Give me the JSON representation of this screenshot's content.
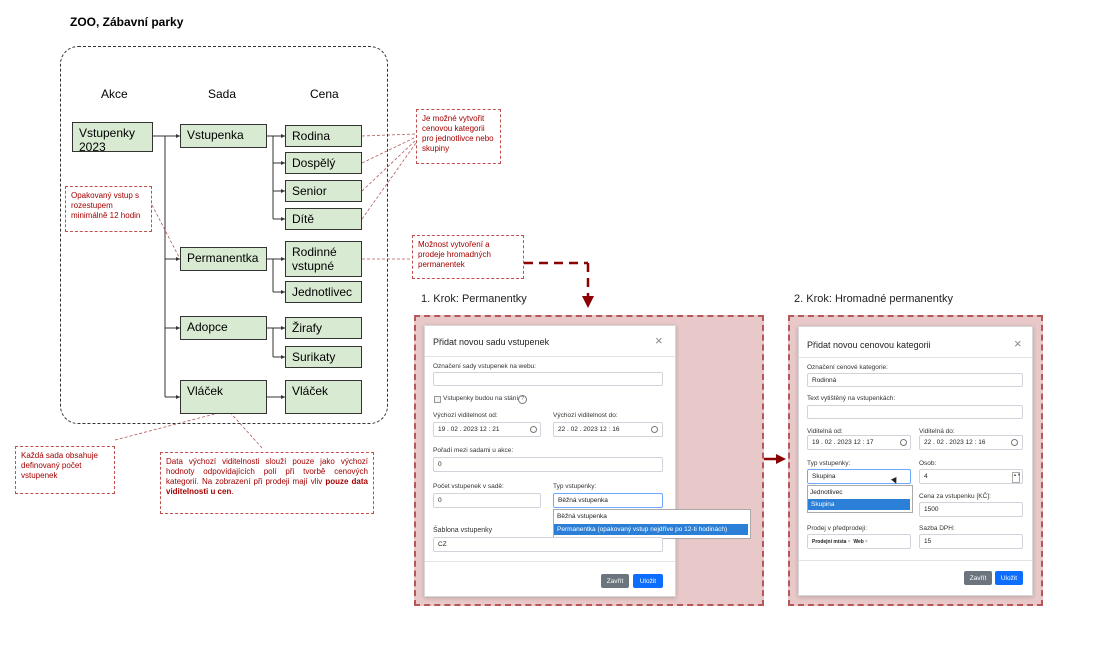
{
  "page": {
    "title": "ZOO, Zábavní parky"
  },
  "columns": {
    "akce": "Akce",
    "sada": "Sada",
    "cena": "Cena"
  },
  "nodes": {
    "vstupenky2023": "Vstupenky 2023",
    "vstupenka": "Vstupenka",
    "permanentka": "Permanentka",
    "adopce": "Adopce",
    "vlacek_sada": "Vláček",
    "rodina": "Rodina",
    "dospely": "Dospělý",
    "senior": "Senior",
    "dite": "Dítě",
    "rodinne_vstupne": "Rodinné vstupné",
    "jednotlivec": "Jednotlivec",
    "zirafy": "Žirafy",
    "surikaty": "Surikaty",
    "vlacek_cena": "Vláček"
  },
  "notes": {
    "opakovany": "Opakovaný vstup s rozestupem minimálně 12 hodin",
    "cenova": "Je možné vytvořit cenovou kategorii pro jednotlivce nebo skupiny",
    "hromadne": "Možnost vytvoření a prodeje hromadných permanentek",
    "kazda_sada": "Každá sada obsahuje definovaný počet vstupenek",
    "data_visibility_1": "Data výchozí viditelnosti slouží pouze jako výchozí hodnoty odpovídajících polí při tvorbě cenových kategorií. Na zobrazení při prodeji mají vliv ",
    "data_visibility_bold": "pouze data viditelnosti u cen",
    "data_visibility_end": "."
  },
  "step1": {
    "title": "1. Krok: Permanentky",
    "modal_title": "Přidat novou sadu vstupenek",
    "close": "×",
    "web_label": "Označení sady vstupenek na webu:",
    "web_value": "",
    "standing_label": "Vstupenky budou na stání",
    "help_icon": "?",
    "vis_from_label": "Výchozí viditelnost od:",
    "vis_from_value": "19 . 02 . 2023   12 : 21",
    "vis_to_label": "Výchozí viditelnost do:",
    "vis_to_value": "22 . 02 . 2023   12 : 16",
    "order_label": "Pořadí mezi sadami u akce:",
    "order_value": "0",
    "count_label": "Počet vstupenek v sadě:",
    "count_value": "0",
    "type_label": "Typ vstupenky:",
    "type_value": "Běžná vstupenka",
    "type_options": [
      "Běžná vstupenka",
      "Permanentka (opakovaný vstup nejdříve po 12-ti hodinách)"
    ],
    "template_label": "Šablona vstupenky",
    "template_value": "CZ",
    "btn_close": "Zavřít",
    "btn_save": "Uložit"
  },
  "step2": {
    "title": "2. Krok: Hromadné permanentky",
    "modal_title": "Přidat novou cenovou kategorii",
    "close": "×",
    "cat_label": "Označení cenové kategorie:",
    "cat_value": "Rodinná",
    "print_label": "Text vytištěný na vstupenkách:",
    "print_value": "",
    "vis_from_label": "Viditelná od:",
    "vis_from_value": "19 . 02 . 2023   12 : 17",
    "vis_to_label": "Viditelná do:",
    "vis_to_value": "22 . 02 . 2023   12 : 16",
    "type_label": "Typ vstupenky:",
    "type_value": "Skupina",
    "type_options": [
      "Jednotlivec",
      "Skupina"
    ],
    "persons_label": "Osob:",
    "persons_value": "4",
    "price_label": "Cena za vstupenku [KČ]:",
    "price_value": "1500",
    "presale_label": "Prodej v předprodeji:",
    "presale_tags": [
      "Prodejní místa",
      "Web"
    ],
    "vat_label": "Sazba DPH:",
    "vat_value": "15",
    "btn_close": "Zavřít",
    "btn_save": "Uložit"
  },
  "colors": {
    "node_fill": "#d9ead3",
    "note_red": "#a50000",
    "arrow_red": "#8b0000",
    "outer_fill": "#e8c8c8",
    "btn_gray": "#6c757d",
    "btn_blue": "#0d6efd",
    "select_blue": "#2b7fd6"
  }
}
